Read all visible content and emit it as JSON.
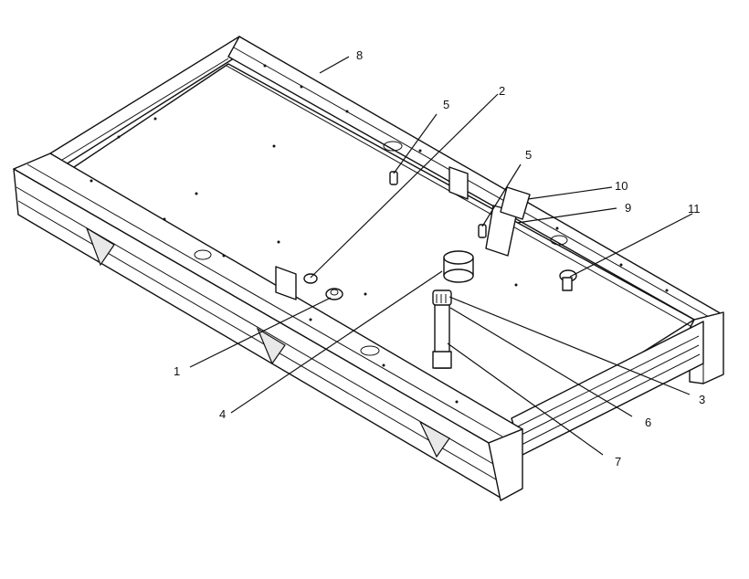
{
  "callouts": [
    {
      "id": "1",
      "text": "1"
    },
    {
      "id": "2",
      "text": "2"
    },
    {
      "id": "3",
      "text": "3"
    },
    {
      "id": "4",
      "text": "4"
    },
    {
      "id": "5a",
      "text": "5"
    },
    {
      "id": "5b",
      "text": "5"
    },
    {
      "id": "6",
      "text": "6"
    },
    {
      "id": "7",
      "text": "7"
    },
    {
      "id": "8",
      "text": "8"
    },
    {
      "id": "9",
      "text": "9"
    },
    {
      "id": "10",
      "text": "10"
    },
    {
      "id": "11",
      "text": "11"
    }
  ]
}
